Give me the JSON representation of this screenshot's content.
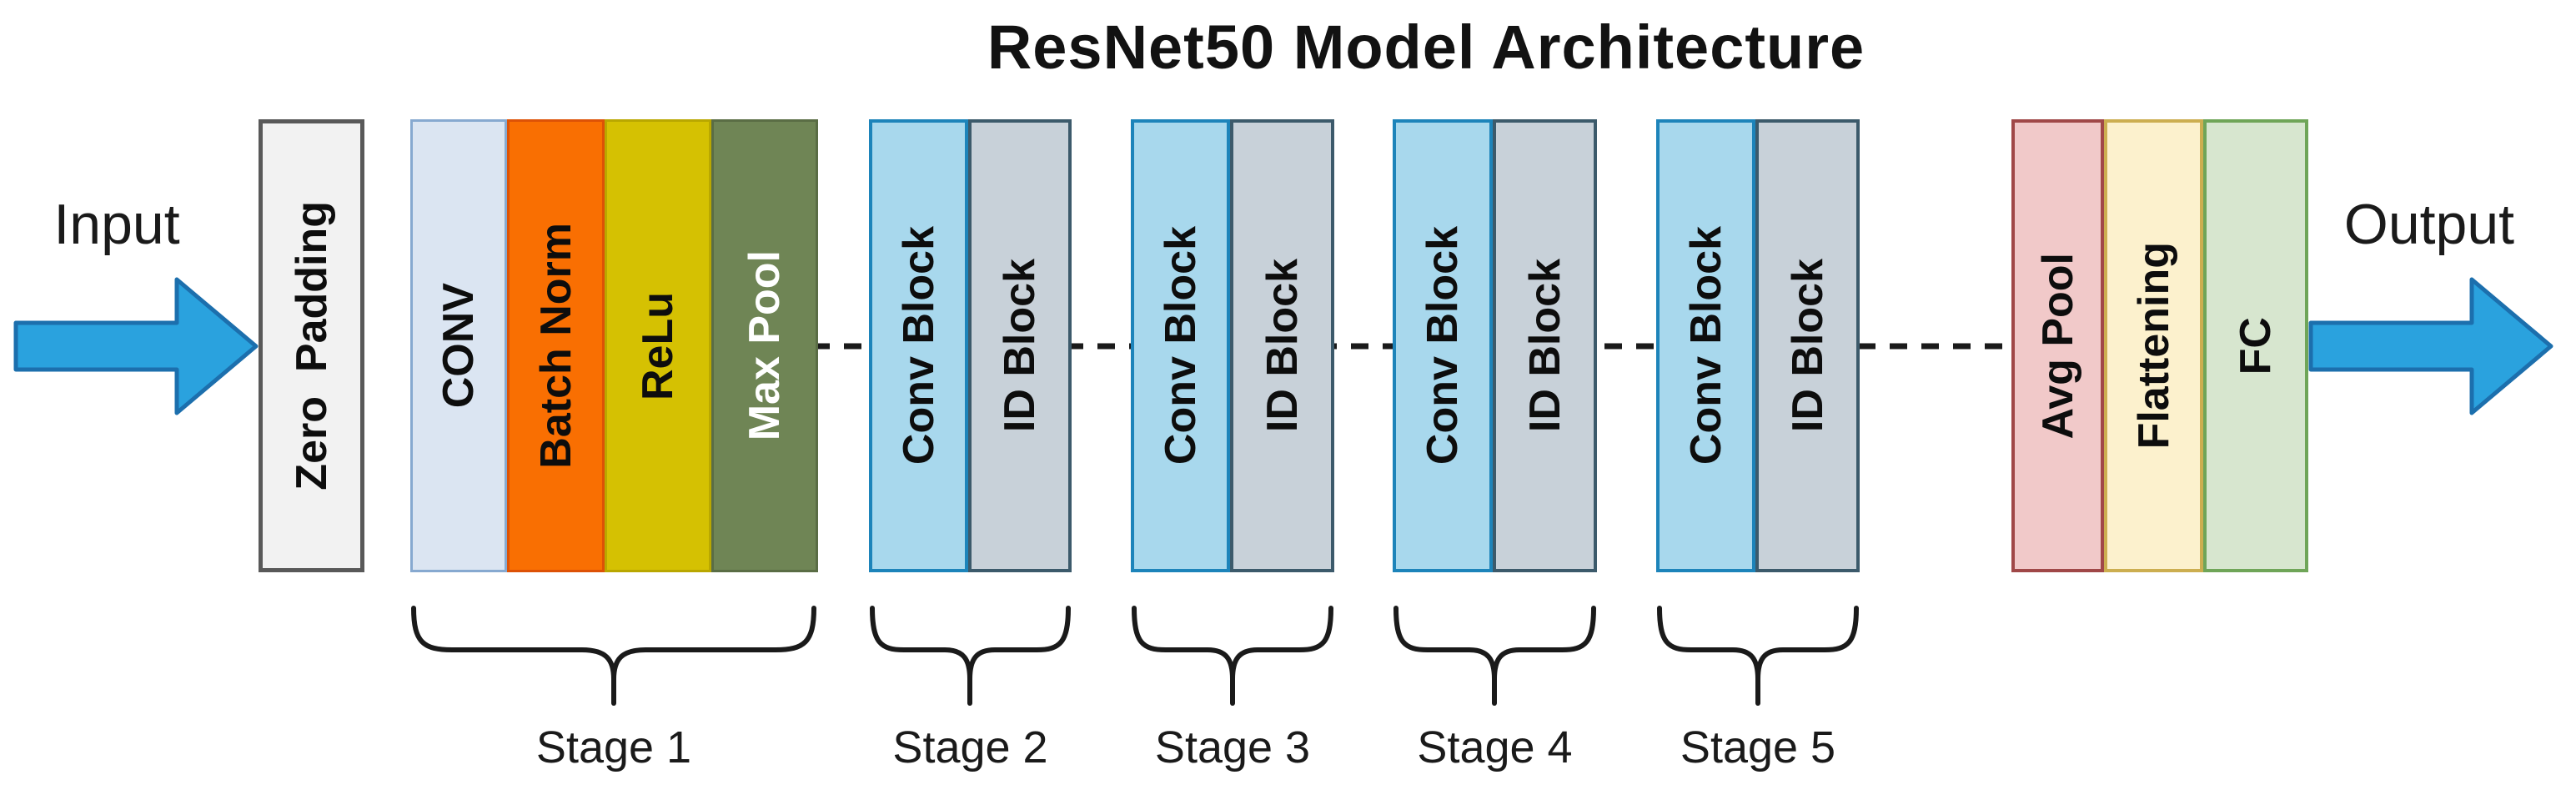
{
  "title": "ResNet50 Model Architecture",
  "endpoints": {
    "input": "Input",
    "output": "Output"
  },
  "layers": {
    "zero_padding": "Zero  Padding",
    "stage1": [
      "CONV",
      "Batch Norm",
      "ReLu",
      "Max Pool"
    ],
    "residual": {
      "conv": "Conv Block",
      "id": "ID Block"
    },
    "head": [
      "Avg Pool",
      "Flattening",
      "FC"
    ]
  },
  "stage_labels": [
    "Stage 1",
    "Stage 2",
    "Stage 3",
    "Stage 4",
    "Stage 5"
  ],
  "colors": {
    "arrow_fill": "#2aa2de",
    "arrow_border": "#1c6fad",
    "zero_padding_fill": "#f2f2f2",
    "zero_padding_border": "#595959",
    "conv_fill": "#dbe5f2",
    "conv_border": "#87a9d0",
    "batch_norm_fill": "#f96f02",
    "batch_norm_border": "#dd5206",
    "relu_fill": "#d5c102",
    "relu_border": "#b9a700",
    "max_pool_fill": "#6f8555",
    "max_pool_border": "#5a6d45",
    "conv_block_fill": "#a8d8ed",
    "conv_block_border": "#1d84ba",
    "id_block_fill": "#c8d1d9",
    "id_block_border": "#3c5a6b",
    "avg_pool_fill": "#f1c9c9",
    "avg_pool_border": "#a04848",
    "flattening_fill": "#fcf1cd",
    "flattening_border": "#ccae50",
    "fc_fill": "#d7e6cf",
    "fc_border": "#6fa558",
    "connector": "#1a1a1a"
  }
}
